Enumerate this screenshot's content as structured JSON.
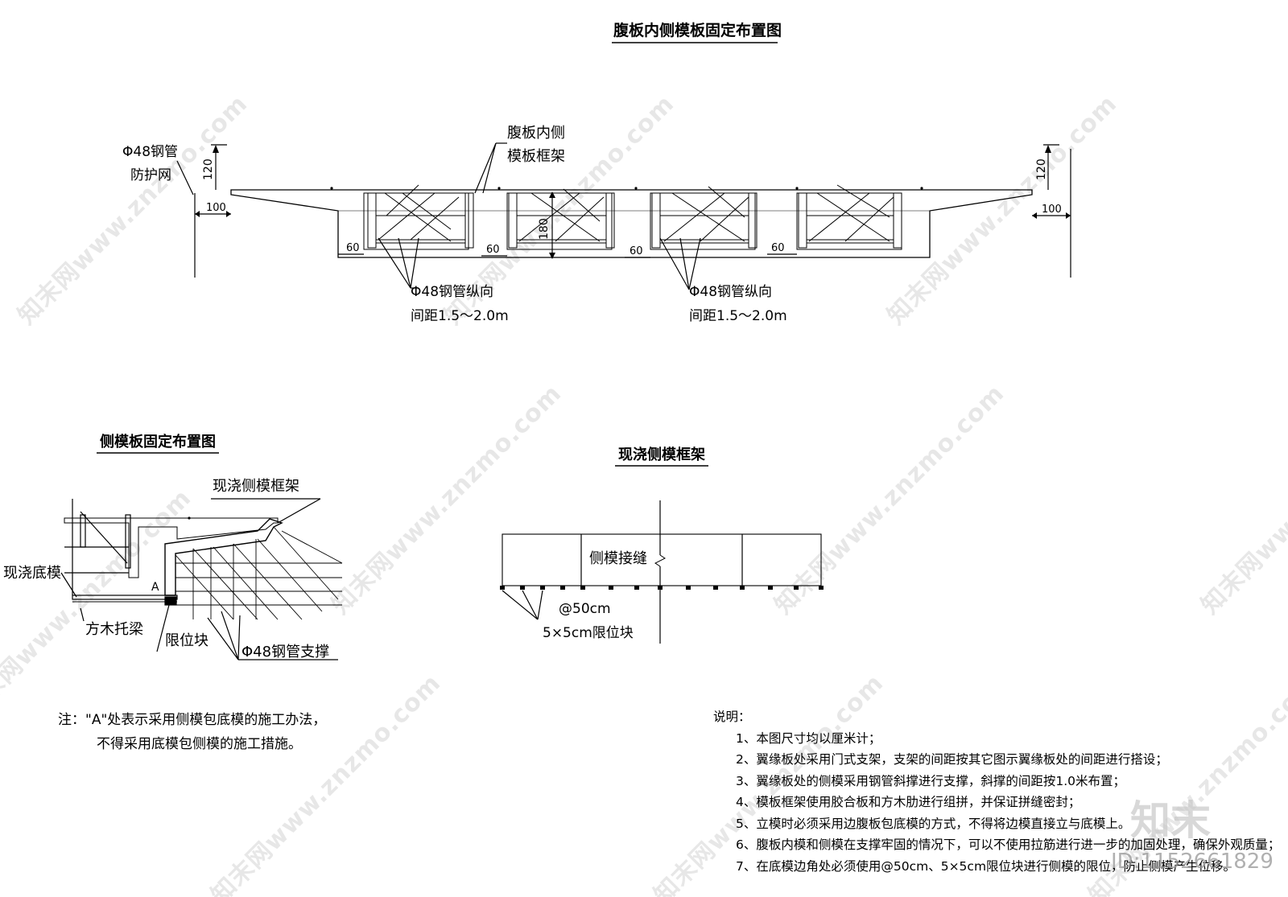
{
  "diagram_main": {
    "title": "腹板内侧模板固定布置图",
    "label_pipe_net_line1": "Φ48钢管",
    "label_pipe_net_line2": "防护网",
    "label_frame_line1": "腹板内侧",
    "label_frame_line2": "模板框架",
    "label_long_pipe_line1": "Φ48钢管纵向",
    "label_long_pipe_line2": "间距1.5～2.0m",
    "dim_120": "120",
    "dim_100": "100",
    "dim_180": "180",
    "dim_60": "60"
  },
  "diagram_side": {
    "title": "侧模板固定布置图",
    "label_cast_frame": "现浇侧模框架",
    "label_cast_bottom": "现浇底模",
    "label_timber_beam": "方木托梁",
    "label_stop_block": "限位块",
    "label_pipe_support": "Φ48钢管支撑",
    "label_a": "A"
  },
  "diagram_frame": {
    "title": "现浇侧模框架",
    "label_joint": "侧模接缝",
    "label_spacing": "@50cm",
    "label_block": "5×5cm限位块"
  },
  "note_a": {
    "line1": "注：\"A\"处表示采用侧模包底模的施工办法，",
    "line2": "不得采用底模包侧模的施工措施。"
  },
  "notes": {
    "heading": "说明：",
    "items": [
      "1、本图尺寸均以厘米计；",
      "2、翼缘板处采用门式支架，支架的间距按其它图示翼缘板处的间距进行搭设；",
      "3、翼缘板处的侧模采用钢管斜撑进行支撑，斜撑的间距按1.0米布置；",
      "4、模板框架使用胶合板和方木肋进行组拼，并保证拼缝密封；",
      "5、立模时必须采用边腹板包底模的方式，不得将边模直接立与底模上。",
      "6、腹板内模和侧模在支撑牢固的情况下，可以不使用拉筋进行进一步的加固处理，确保外观质量；",
      "7、在底模边角处必须使用@50cm、5×5cm限位块进行侧模的限位，防止侧模产生位移。"
    ]
  },
  "watermark": {
    "text": "知末网www.znzmo.com",
    "logo": "知末",
    "id": "ID:1152661829"
  }
}
